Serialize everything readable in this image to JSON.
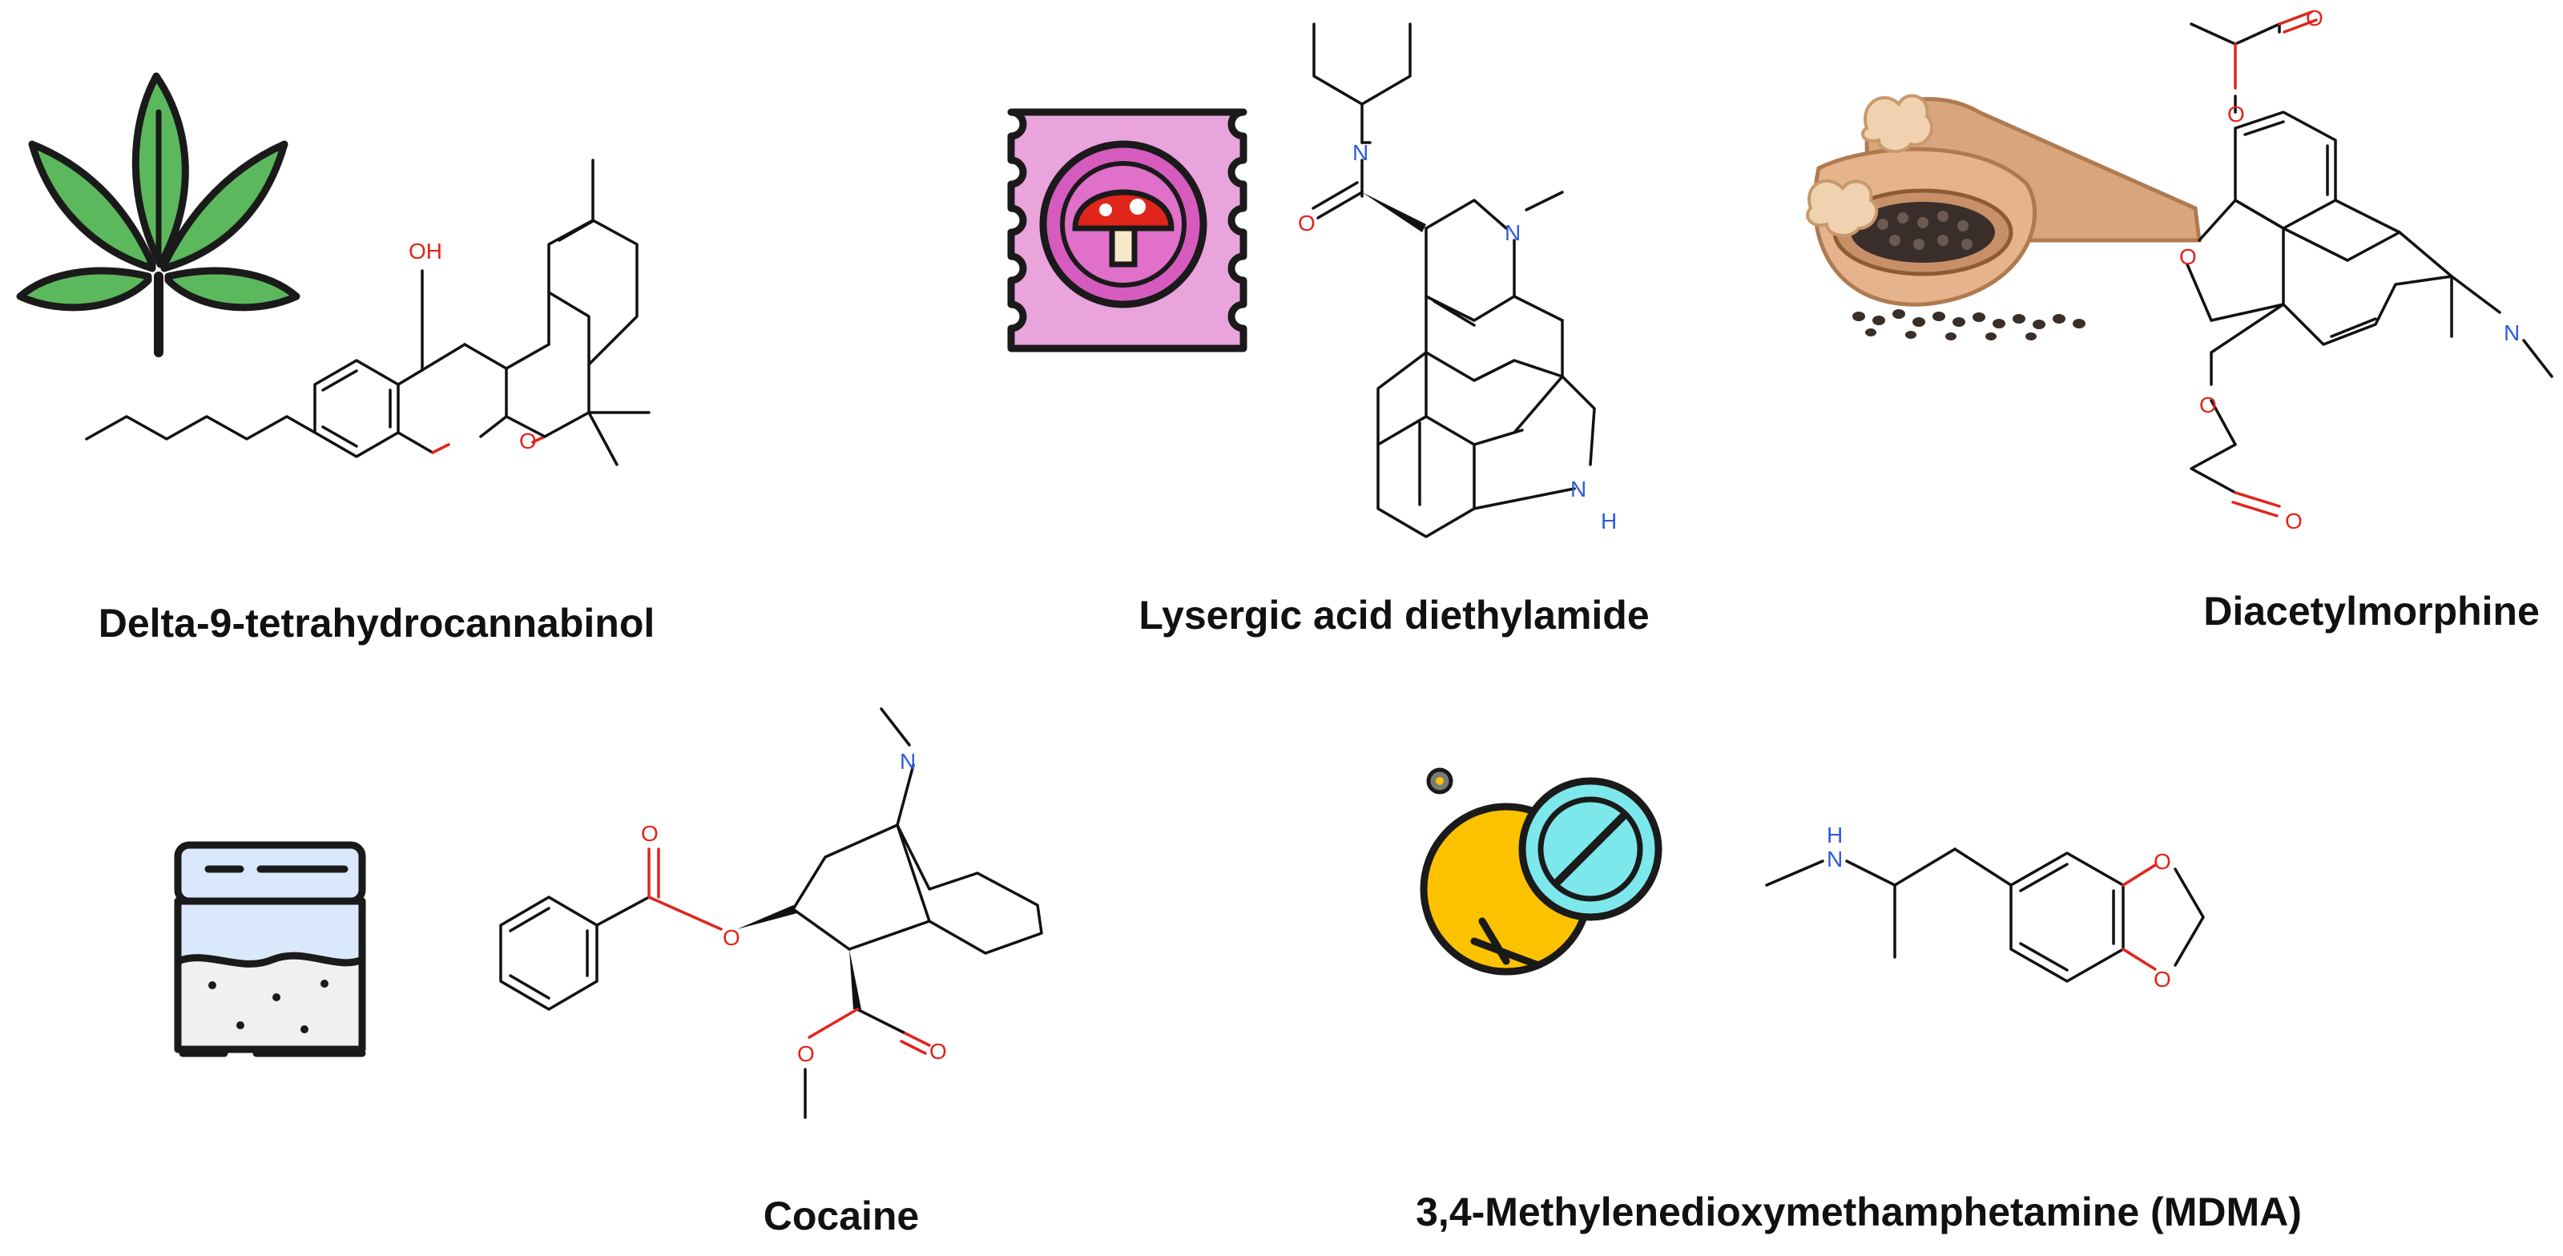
{
  "compounds": [
    {
      "id": "thc",
      "name": "Delta-9-tetrahydrocannabinol",
      "icon": "cannabis-leaf-icon",
      "atoms": {
        "oh": "OH",
        "o": "O"
      }
    },
    {
      "id": "lsd",
      "name": "Lysergic acid diethylamide",
      "icon": "blotter-stamp-icon",
      "atoms": {
        "n_amide": "N",
        "o": "O",
        "n_ring": "N",
        "nh": "H",
        "nh_n": "N"
      }
    },
    {
      "id": "heroin",
      "name": "Diacetylmorphine",
      "icon": "poppy-pod-icon",
      "atoms": {
        "o1": "O",
        "o2": "O",
        "o3": "O",
        "n": "N",
        "o4": "O",
        "o5": "O"
      }
    },
    {
      "id": "cocaine",
      "name": "Cocaine",
      "icon": "powder-bag-icon",
      "atoms": {
        "n": "N",
        "o1": "O",
        "o2": "O",
        "o3": "O",
        "o4": "O"
      }
    },
    {
      "id": "mdma",
      "name": "3,4-Methylenedioxymethamphetamine (MDMA)",
      "icon": "pill-tablet-icon",
      "atoms": {
        "nh_h": "H",
        "nh_n": "N",
        "o1": "O",
        "o2": "O"
      }
    }
  ],
  "colors": {
    "oxygen": "#e0251b",
    "nitrogen": "#2f5bd8",
    "bond": "#111111",
    "leaf": "#5cb85c",
    "stamp": "#e9a4dc",
    "pill_yellow": "#fcc200",
    "pill_cyan": "#7de8ec"
  }
}
